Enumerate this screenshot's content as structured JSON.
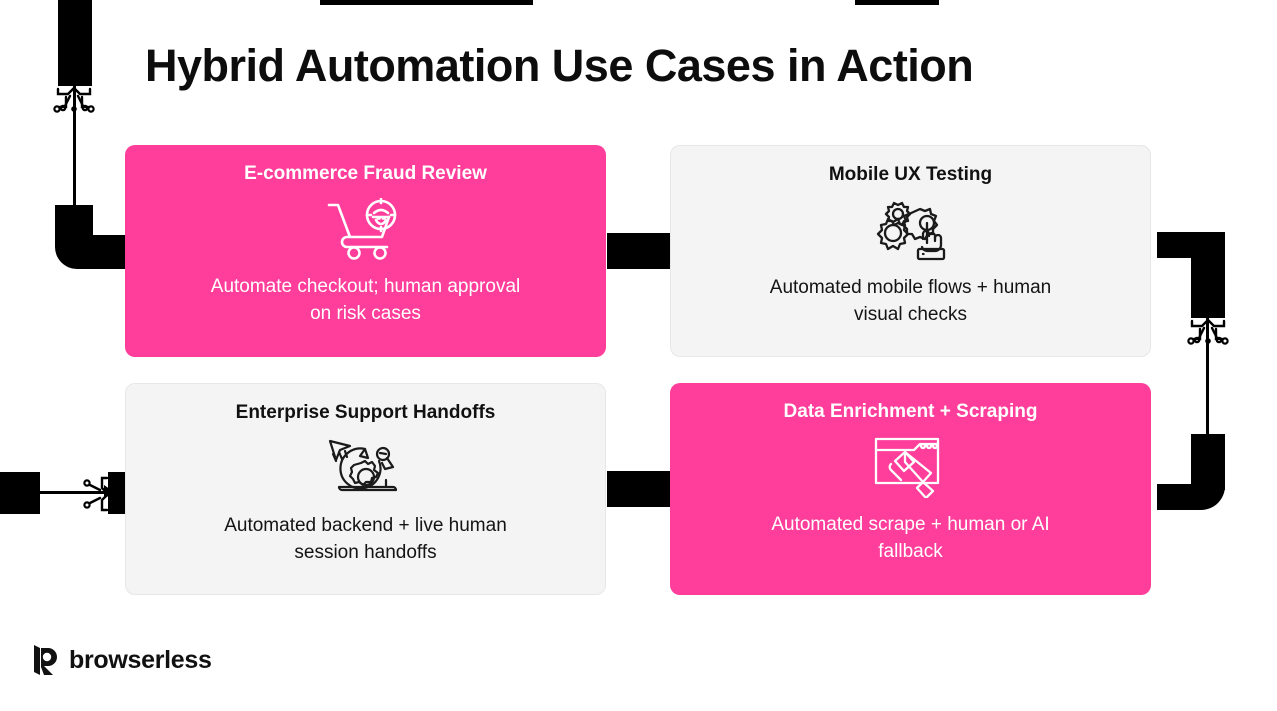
{
  "page": {
    "title": "Hybrid Automation Use Cases in Action",
    "background_color": "#ffffff",
    "accent_color": "#FF3D9A",
    "neutral_card_color": "#F4F4F4",
    "ink_color": "#0d0d0d"
  },
  "cards": [
    {
      "title": "E-commerce Fraud Review",
      "description": "Automate checkout; human approval on risk cases",
      "style": "pink",
      "icon": "shopping-cart-fraud-icon"
    },
    {
      "title": "Mobile UX Testing",
      "description": "Automated mobile flows + human visual checks",
      "style": "grey",
      "icon": "gears-touch-mobile-icon"
    },
    {
      "title": "Enterprise Support Handoffs",
      "description": "Automated backend + live human session handoffs",
      "style": "grey",
      "icon": "agile-gear-arrow-icon"
    },
    {
      "title": "Data Enrichment + Scraping",
      "description": "Automated scrape + human or AI fallback",
      "style": "pink",
      "icon": "browser-scraper-icon"
    }
  ],
  "logo": {
    "mark": "browserless-b-mark-icon",
    "text": "browserless"
  },
  "decorations": [
    {
      "name": "top-bar-left",
      "color": "#000000"
    },
    {
      "name": "top-bar-right",
      "color": "#000000"
    },
    {
      "name": "left-circuit-trace",
      "color": "#000000"
    },
    {
      "name": "left-arrow-connector",
      "color": "#000000"
    },
    {
      "name": "middle-connector-top",
      "color": "#000000"
    },
    {
      "name": "middle-connector-bottom",
      "color": "#000000"
    },
    {
      "name": "right-circuit-bracket",
      "color": "#000000"
    }
  ]
}
